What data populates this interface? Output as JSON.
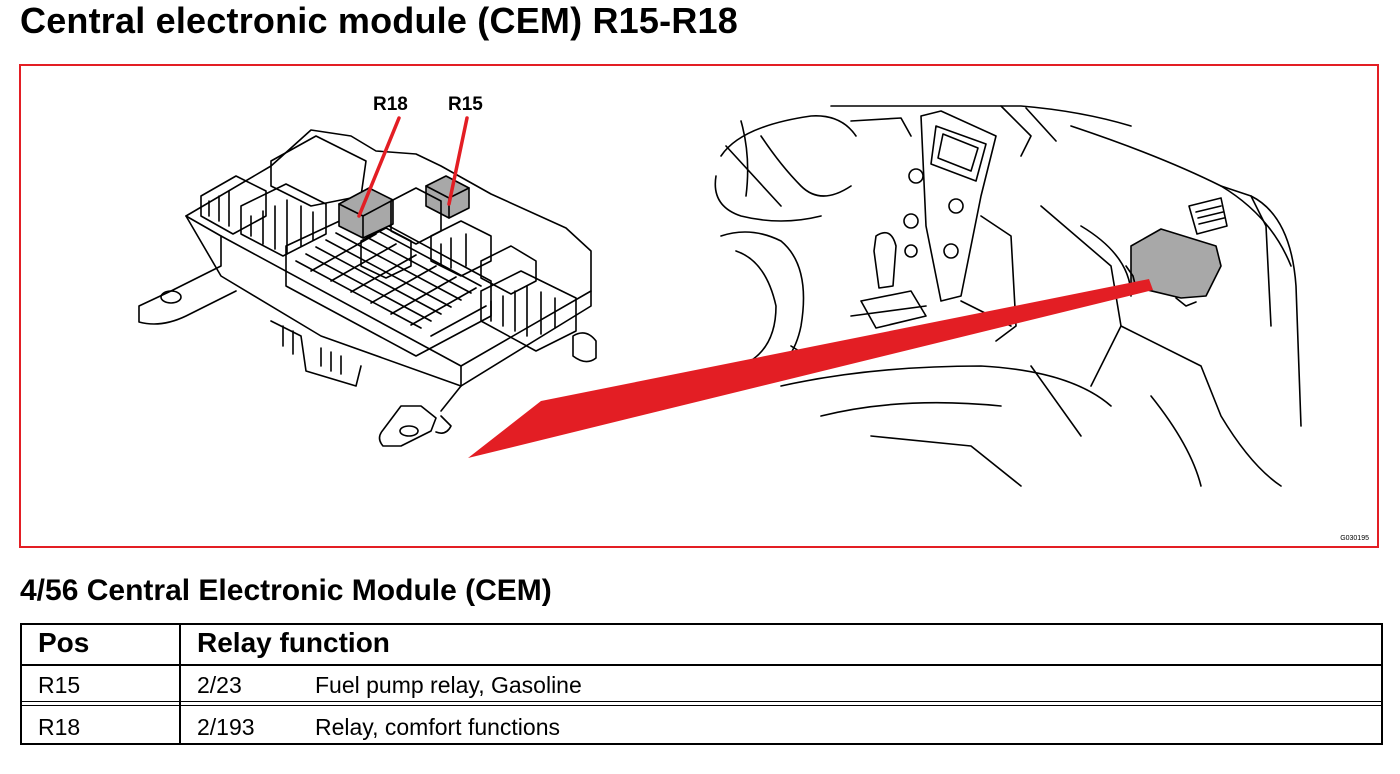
{
  "page_title": "Central electronic module (CEM) R15-R18",
  "figure": {
    "callouts": [
      {
        "id": "r18",
        "label": "R18"
      },
      {
        "id": "r15",
        "label": "R15"
      }
    ],
    "figure_code": "G030195",
    "colors": {
      "frame": "#e31e24",
      "pointer": "#e31e24",
      "relay_fill": "#a8a8a8",
      "line": "#000000"
    }
  },
  "section_title": "4/56 Central Electronic Module (CEM)",
  "table": {
    "headers": {
      "pos": "Pos",
      "function": "Relay function"
    },
    "rows": [
      {
        "pos": "R15",
        "code": "2/23",
        "description": "Fuel pump relay, Gasoline"
      },
      {
        "pos": "R18",
        "code": "2/193",
        "description": "Relay, comfort functions"
      }
    ]
  }
}
